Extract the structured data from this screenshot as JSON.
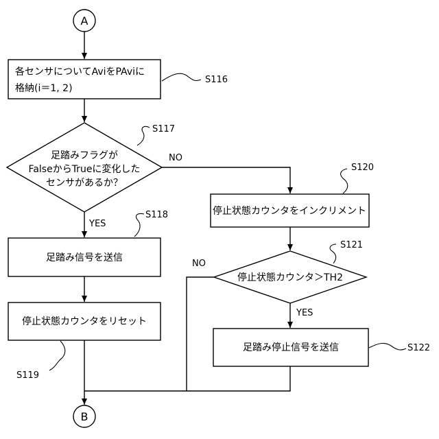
{
  "connectors": {
    "top": "A",
    "bottom": "B"
  },
  "steps": {
    "s116": {
      "id": "S116",
      "line1": "各センサについてAviをPAviに",
      "line2": "格納(i＝1, 2)"
    },
    "s117": {
      "id": "S117",
      "line1": "足踏みフラグが",
      "line2": "FalseからTrueに変化した",
      "line3": "センサがあるか？"
    },
    "s118": {
      "id": "S118",
      "text": "足踏み信号を送信"
    },
    "s119": {
      "id": "S119",
      "text": "停止状態カウンタをリセット"
    },
    "s120": {
      "id": "S120",
      "text": "停止状態カウンタをインクリメント"
    },
    "s121": {
      "id": "S121",
      "text": "停止状態カウンタ＞TH2"
    },
    "s122": {
      "id": "S122",
      "text": "足踏み停止信号を送信"
    }
  },
  "branch_labels": {
    "s117_yes": "YES",
    "s117_no": "NO",
    "s121_yes": "YES",
    "s121_no": "NO"
  }
}
